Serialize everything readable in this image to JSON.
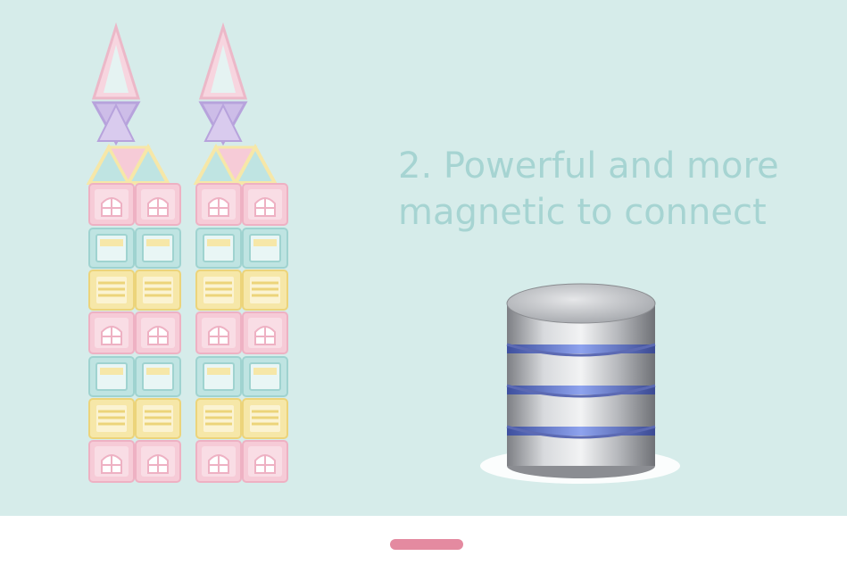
{
  "headline": {
    "line1": "2. Powerful and more",
    "line2": "magnetic to connect"
  },
  "colors": {
    "background_panel": "#d6ecea",
    "headline_text": "#a6d4d2",
    "indicator": "#e48aa0",
    "tile_pink": "#f6cbd7",
    "tile_teal": "#bfe4e2",
    "tile_yellow": "#f6e7a8",
    "tile_lilac": "#cdbde8",
    "magnet_silver": "#b7b9bd",
    "magnet_band": "#6f86d8"
  },
  "illustrations": {
    "left": "magnetic-tile-towers",
    "right": "stacked-magnet-discs"
  },
  "carousel": {
    "active_indicator": "page-indicator"
  }
}
